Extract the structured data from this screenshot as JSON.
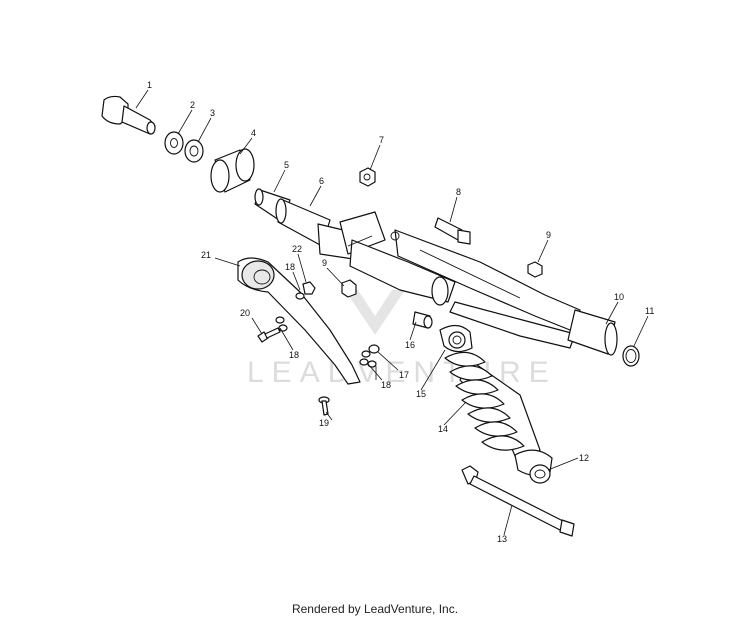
{
  "watermark": {
    "text": "LEADVENTURE"
  },
  "footer": {
    "credit": "Rendered by LeadVenture, Inc."
  },
  "callouts": [
    {
      "id": "c1",
      "label": "1"
    },
    {
      "id": "c2",
      "label": "2"
    },
    {
      "id": "c3",
      "label": "3"
    },
    {
      "id": "c4",
      "label": "4"
    },
    {
      "id": "c5",
      "label": "5"
    },
    {
      "id": "c6",
      "label": "6"
    },
    {
      "id": "c7",
      "label": "7"
    },
    {
      "id": "c8",
      "label": "8"
    },
    {
      "id": "c9a",
      "label": "9"
    },
    {
      "id": "c9b",
      "label": "9"
    },
    {
      "id": "c10",
      "label": "10"
    },
    {
      "id": "c11",
      "label": "11"
    },
    {
      "id": "c12",
      "label": "12"
    },
    {
      "id": "c13",
      "label": "13"
    },
    {
      "id": "c14",
      "label": "14"
    },
    {
      "id": "c15",
      "label": "15"
    },
    {
      "id": "c16",
      "label": "16"
    },
    {
      "id": "c17",
      "label": "17"
    },
    {
      "id": "c18a",
      "label": "18"
    },
    {
      "id": "c18b",
      "label": "18"
    },
    {
      "id": "c18c",
      "label": "18"
    },
    {
      "id": "c19",
      "label": "19"
    },
    {
      "id": "c20",
      "label": "20"
    },
    {
      "id": "c21",
      "label": "21"
    },
    {
      "id": "c22",
      "label": "22"
    }
  ]
}
